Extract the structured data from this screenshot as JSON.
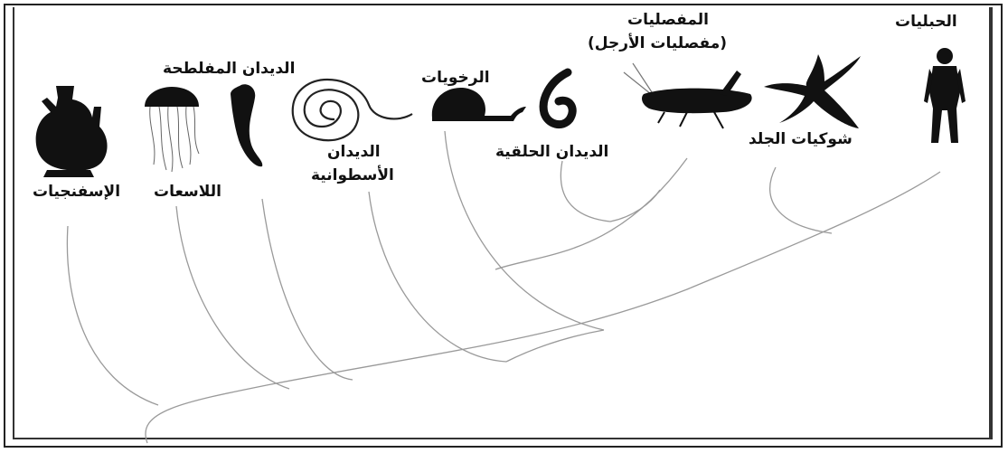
{
  "diagram": {
    "taxa": {
      "chordates": "الحبليات",
      "echinoderms": "شوكيات الجلد",
      "arthropods_line1": "المفصليات",
      "arthropods_line2": "(مفصليات الأرجل)",
      "annelids": "الديدان الحلقية",
      "mollusks": "الرخويات",
      "nematodes_line1": "الديدان",
      "nematodes_line2": "الأسطوانية",
      "flatworms": "الديدان المفلطحة",
      "cnidarians": "اللاسعات",
      "sponges": "الإسفنجيات"
    },
    "icons": {
      "chordates": "human-silhouette",
      "echinoderms": "starfish",
      "arthropods": "grasshopper",
      "annelids": "segmented-worm",
      "mollusks": "snail",
      "nematodes": "roundworm-spiral",
      "flatworms": "flatworm",
      "cnidarians": "jellyfish",
      "sponges": "sponge"
    },
    "colors": {
      "lines": "#999999",
      "silhouettes": "#111111"
    }
  }
}
